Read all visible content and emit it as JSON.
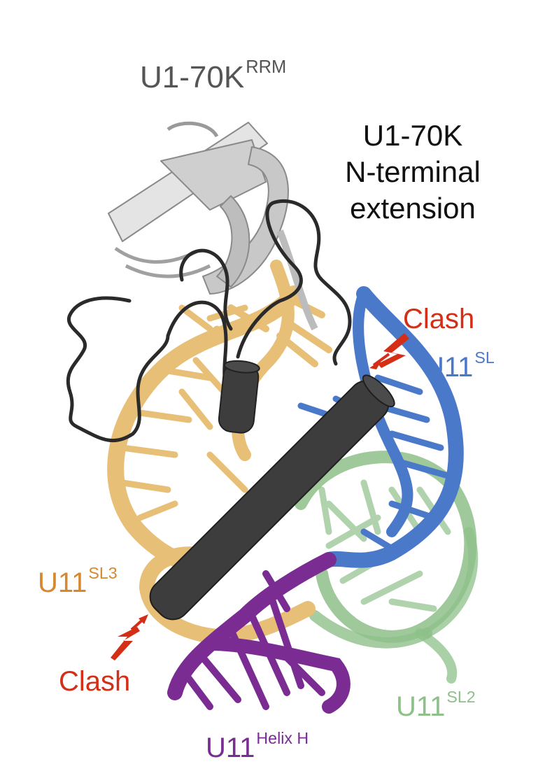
{
  "labels": {
    "rrm": {
      "main": "U1-70K",
      "sup": "RRM"
    },
    "nterm": {
      "line1": "U1-70K",
      "line2": "N-terminal",
      "line3": "extension"
    },
    "clash_top": "Clash",
    "sl": {
      "main": "U11",
      "sup": "SL"
    },
    "sl3": {
      "main": "U11",
      "sup": "SL3"
    },
    "clash_bottom": "Clash",
    "sl2": {
      "main": "U11",
      "sup": "SL2"
    },
    "helix_h": {
      "main": "U11",
      "sup": "Helix H"
    }
  },
  "colors": {
    "rrm_label": "#555555",
    "nterm_label": "#111111",
    "clash": "#d42f16",
    "sl": "#4a79c9",
    "sl3": "#d8882c",
    "sl2": "#8ec08a",
    "helix_h": "#7a2c93",
    "rrm_protein": "#d9d9d9",
    "helix_cylinder": "#3d3d3d",
    "tan_rna": "#e7bf76"
  }
}
